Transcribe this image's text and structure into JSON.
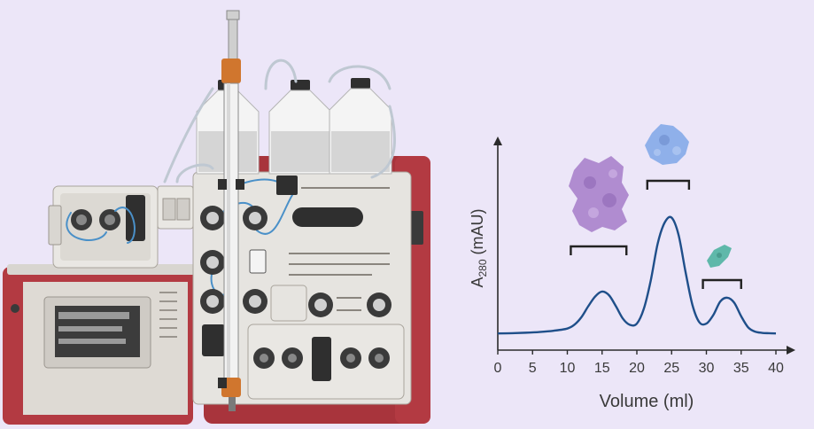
{
  "colors": {
    "background": "#ece6f8",
    "instrument_red": "#a8343c",
    "instrument_body": "#e6e4e0",
    "tubing": "#4a90c8",
    "trace": "#1f4f8a",
    "protein_large": "#b08cd0",
    "protein_medium": "#8fb0ea",
    "protein_small": "#5fb8aa"
  },
  "icons": [
    "chromatography-system-icon",
    "bottle-icon",
    "column-icon",
    "pump-icon",
    "protein-large-icon",
    "protein-medium-icon",
    "protein-small-icon"
  ],
  "chart_data": {
    "type": "line",
    "xlabel": "Volume (ml)",
    "ylabel_main": "A",
    "ylabel_sub": "280",
    "ylabel_unit": " (mAU)",
    "xlim": [
      0,
      42
    ],
    "ylim": [
      0,
      100
    ],
    "xticks": [
      "0",
      "5",
      "10",
      "15",
      "20",
      "25",
      "30",
      "35",
      "40"
    ],
    "x": [
      0,
      2,
      4,
      6,
      8,
      10,
      11,
      12,
      13,
      14,
      15,
      16,
      17,
      18,
      19,
      20,
      21,
      22,
      23,
      24,
      25,
      26,
      27,
      28,
      29,
      30,
      31,
      32,
      33,
      34,
      35,
      36,
      37,
      38,
      39,
      40
    ],
    "values": [
      2,
      2.2,
      2.6,
      3.2,
      4.2,
      6,
      9,
      15,
      24,
      32,
      36,
      33,
      24,
      14,
      9,
      10,
      22,
      45,
      75,
      92,
      96,
      82,
      52,
      25,
      11,
      10,
      17,
      28,
      31,
      27,
      16,
      7,
      3.5,
      2.5,
      2.2,
      2
    ],
    "peak_brackets": [
      {
        "x_start": 10.5,
        "x_end": 18.5
      },
      {
        "x_start": 21.5,
        "x_end": 27.5
      },
      {
        "x_start": 29.5,
        "x_end": 35
      }
    ]
  }
}
